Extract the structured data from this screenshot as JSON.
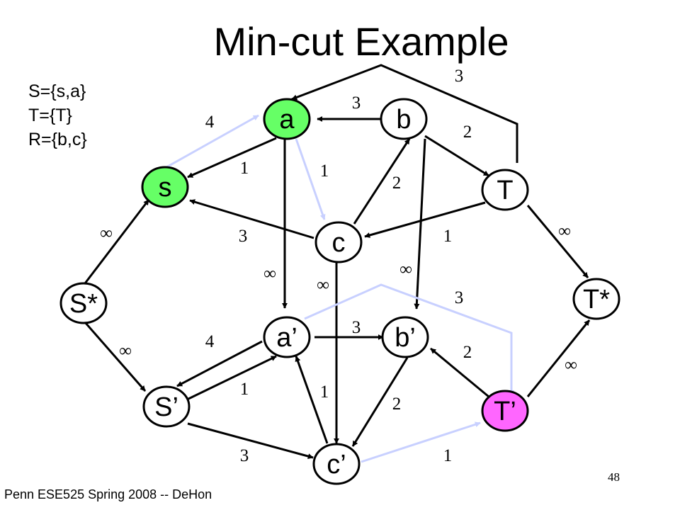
{
  "title": "Min-cut Example",
  "sets": [
    "S={s,a}",
    "T={T}",
    "R={b,c}"
  ],
  "footer": "Penn ESE525 Spring 2008 -- DeHon",
  "page_number": "48",
  "colors": {
    "source_fill": "#66ff66",
    "sink_fill": "#ff66ff",
    "cut_edge": "#c8d0ff",
    "edge": "#000000"
  },
  "nodes": [
    {
      "id": "a",
      "label": "a",
      "type": "source"
    },
    {
      "id": "b",
      "label": "b",
      "type": "plain"
    },
    {
      "id": "s",
      "label": "s",
      "type": "source"
    },
    {
      "id": "T",
      "label": "T",
      "type": "plain"
    },
    {
      "id": "c",
      "label": "c",
      "type": "plain"
    },
    {
      "id": "Sstar",
      "label": "S*",
      "type": "plain"
    },
    {
      "id": "Tstar",
      "label": "T*",
      "type": "plain"
    },
    {
      "id": "ap",
      "label": "a’",
      "type": "plain"
    },
    {
      "id": "bp",
      "label": "b’",
      "type": "plain"
    },
    {
      "id": "Sp",
      "label": "S’",
      "type": "plain"
    },
    {
      "id": "Tp",
      "label": "T’",
      "type": "sink"
    },
    {
      "id": "cp",
      "label": "c’",
      "type": "plain"
    }
  ],
  "edge_labels": [
    "3",
    "3",
    "4",
    "2",
    "1",
    "1",
    "2",
    "∞",
    "3",
    "1",
    "∞",
    "∞",
    "∞",
    "∞",
    "3",
    "3",
    "4",
    "2",
    "∞",
    "∞",
    "1",
    "1",
    "2",
    "3",
    "1"
  ]
}
